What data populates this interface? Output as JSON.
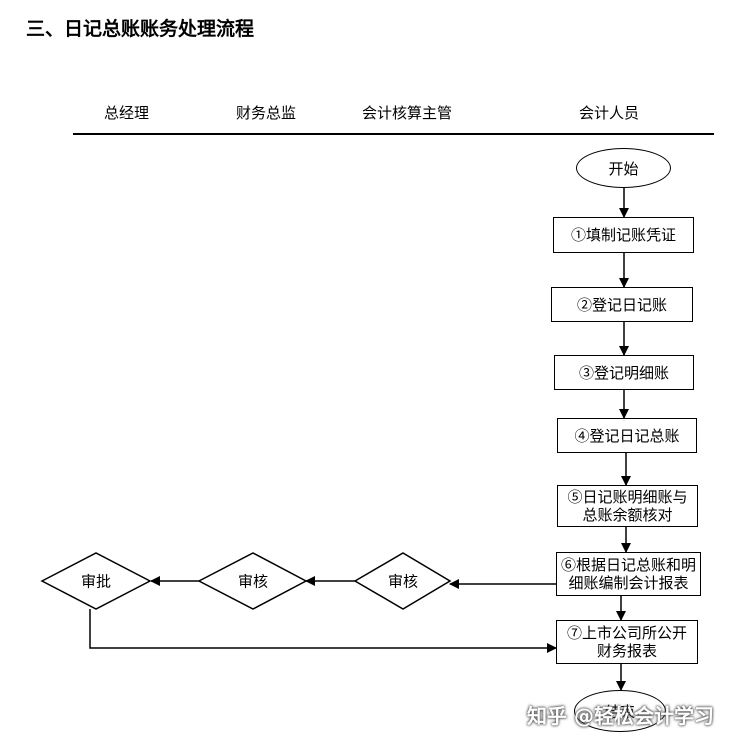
{
  "title": "三、日记总账账务处理流程",
  "columns": [
    "总经理",
    "财务总监",
    "会计核算主管",
    "会计人员"
  ],
  "nodes": {
    "start": "开始",
    "step1": "①填制记账凭证",
    "step2": "②登记日记账",
    "step3": "③登记明细账",
    "step4": "④登记日记总账",
    "step5": [
      "⑤日记账明细账与",
      "总账余额核对"
    ],
    "step6": [
      "⑥根据日记总账和明",
      "细账编制会计报表"
    ],
    "step7": [
      "⑦上市公司所公开",
      "财务报表"
    ],
    "review_supervisor": "审核",
    "review_cfo": "审核",
    "approve_gm": "审批",
    "end": "结束"
  },
  "watermark": "知乎 @轻松会计学习"
}
